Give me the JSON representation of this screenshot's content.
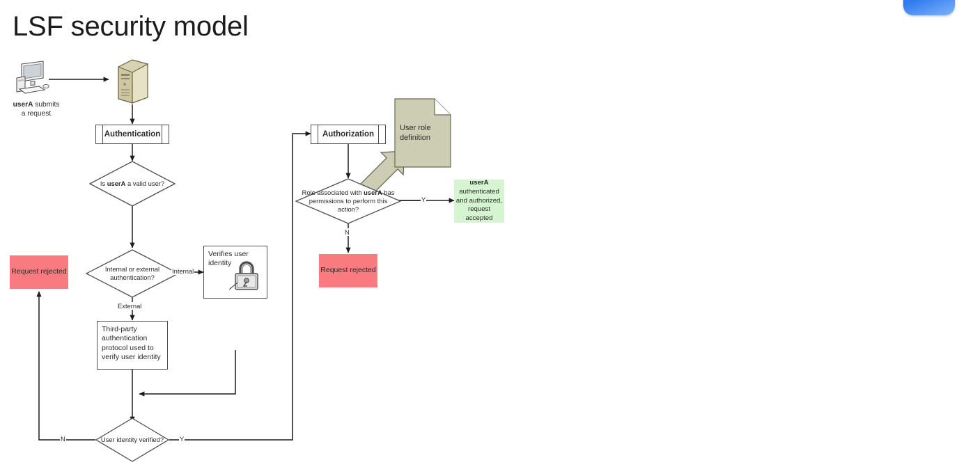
{
  "slide": {
    "title": "LSF security model",
    "logo": "ibm-logo-icon"
  },
  "diagram": {
    "type": "flowchart",
    "caption": {
      "line1_bold": "userA",
      "line1_rest": " submits",
      "line2": "a request"
    },
    "nodes": {
      "workstation": "workstation-icon",
      "server": "server-icon",
      "authentication": "Authentication",
      "valid_user_q": {
        "pre": "Is ",
        "bold": "userA",
        "post": " a valid user?"
      },
      "int_ext_q": "Internal or external authentication?",
      "verifies_identity": "Verifies user identity",
      "lock": "lock-icon",
      "third_party": "Third-party authentication protocol used to verify user identity",
      "identity_verified_q": "User identity verified?",
      "request_rejected_left": "Request rejected",
      "authorization": "Authorization",
      "user_role_definition": "User role definition",
      "role_permissions_q": {
        "pre": "Role associated with ",
        "bold": "userA",
        "post": " has permissions to perform this action?"
      },
      "request_rejected_right": "Request rejected",
      "accepted": {
        "bold": "userA",
        "rest": "authenticated and authorized, request accepted"
      }
    },
    "edge_labels": {
      "internal": "Internal",
      "external": "External",
      "no_identity": "N",
      "yes_identity": "Y",
      "yes_role": "Y",
      "no_role": "N"
    },
    "colors": {
      "reject_fill": "#fa7b7f",
      "accept_fill": "#d4f5cf",
      "document_fill": "#cdcdb4",
      "stroke": "#4d4d4d",
      "logo_blue": "#2f7aee"
    }
  }
}
